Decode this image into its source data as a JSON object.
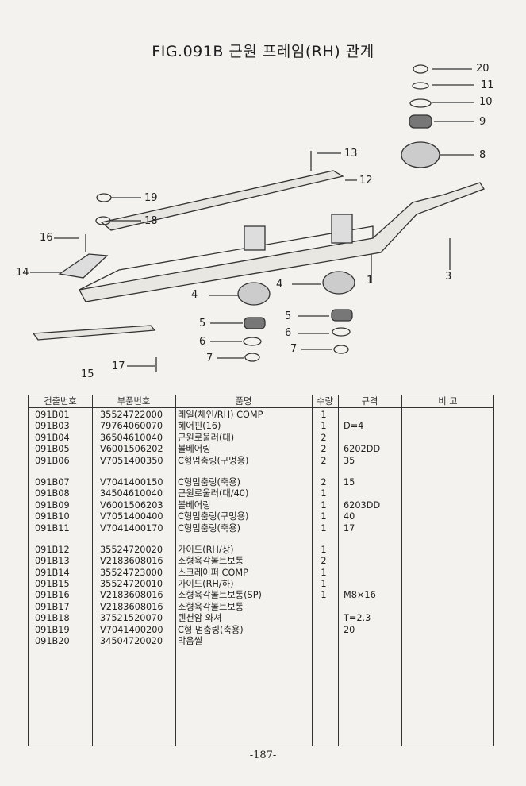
{
  "title": "FIG.091B 근원 프레임(RH) 관계",
  "callouts": [
    "20",
    "11",
    "10",
    "9",
    "8",
    "13",
    "12",
    "19",
    "18",
    "16",
    "14",
    "3",
    "1",
    "4",
    "4",
    "5",
    "5",
    "6",
    "6",
    "7",
    "7",
    "15",
    "17"
  ],
  "table": {
    "headers": [
      "건출번호",
      "부품번호",
      "품명",
      "수량",
      "규격",
      "비 고"
    ],
    "rows": [
      {
        "no": "091B01",
        "part": "35524722000",
        "name": "레일(체인/RH) COMP",
        "qty": "1",
        "spec": ""
      },
      {
        "no": "091B03",
        "part": "79764060070",
        "name": "헤어핀(16)",
        "qty": "1",
        "spec": "D=4"
      },
      {
        "no": "091B04",
        "part": "36504610040",
        "name": "근원로울러(대)",
        "qty": "2",
        "spec": ""
      },
      {
        "no": "091B05",
        "part": "V6001506202",
        "name": "볼베어링",
        "qty": "2",
        "spec": "6202DD"
      },
      {
        "no": "091B06",
        "part": "V7051400350",
        "name": "C형멈춤링(구멍용)",
        "qty": "2",
        "spec": "35"
      },
      {
        "no": "091B07",
        "part": "V7041400150",
        "name": "C형멈춤링(축용)",
        "qty": "2",
        "spec": "15"
      },
      {
        "no": "091B08",
        "part": "34504610040",
        "name": "근원로울러(대/40)",
        "qty": "1",
        "spec": ""
      },
      {
        "no": "091B09",
        "part": "V6001506203",
        "name": "볼베어링",
        "qty": "1",
        "spec": "6203DD"
      },
      {
        "no": "091B10",
        "part": "V7051400400",
        "name": "C형멈춤링(구멍용)",
        "qty": "1",
        "spec": "40"
      },
      {
        "no": "091B11",
        "part": "V7041400170",
        "name": "C형멈춤링(축용)",
        "qty": "1",
        "spec": "17"
      },
      {
        "no": "091B12",
        "part": "35524720020",
        "name": "가이드(RH/상)",
        "qty": "1",
        "spec": ""
      },
      {
        "no": "091B13",
        "part": "V2183608016",
        "name": "소형육각볼트보통",
        "qty": "2",
        "spec": ""
      },
      {
        "no": "091B14",
        "part": "35524723000",
        "name": "스크레이퍼 COMP",
        "qty": "1",
        "spec": ""
      },
      {
        "no": "091B15",
        "part": "35524720010",
        "name": "가이드(RH/하)",
        "qty": "1",
        "spec": ""
      },
      {
        "no": "091B16",
        "part": "V2183608016",
        "name": "소형육각볼트보통(SP)",
        "qty": "1",
        "spec": "M8×16"
      },
      {
        "no": "091B17",
        "part": "V2183608016",
        "name": "소형육각볼트보통",
        "qty": "",
        "spec": ""
      },
      {
        "no": "091B18",
        "part": "37521520070",
        "name": "텐션암 와셔",
        "qty": "",
        "spec": "T=2.3"
      },
      {
        "no": "091B19",
        "part": "V7041400200",
        "name": "C형 멈춤링(축용)",
        "qty": "",
        "spec": "20"
      },
      {
        "no": "091B20",
        "part": "34504720020",
        "name": "막음씰",
        "qty": "",
        "spec": ""
      }
    ]
  },
  "page_number": "-187-"
}
